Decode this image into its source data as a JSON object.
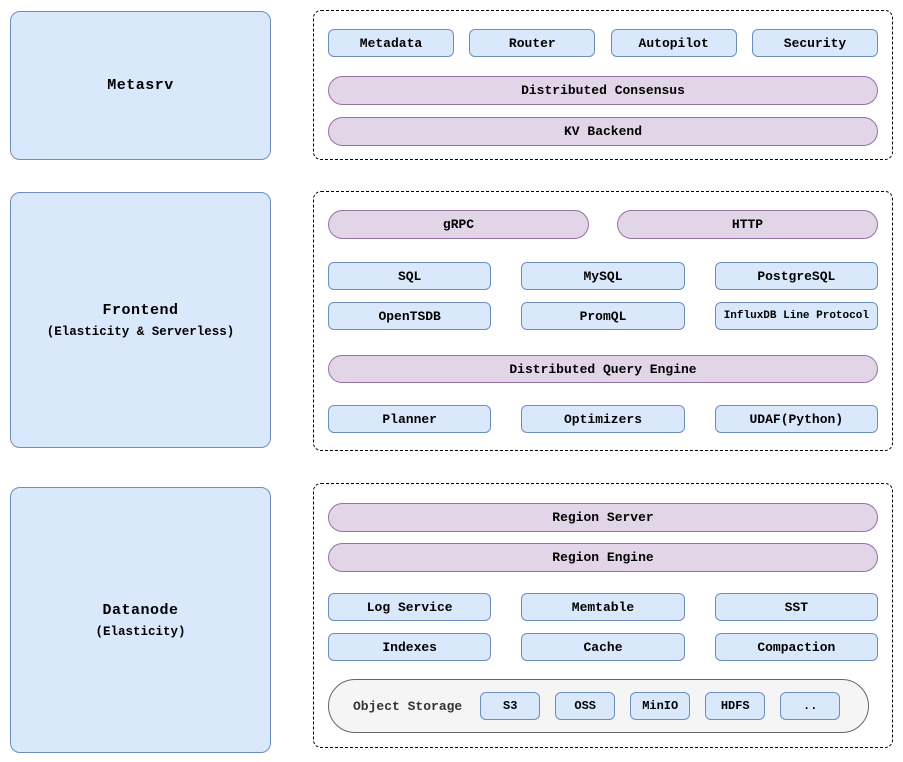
{
  "colors": {
    "blue_fill": "#dae8fc",
    "blue_border": "#6c8ebf",
    "purple_fill": "#e1d5e7",
    "purple_border": "#9673a6",
    "gray_fill": "#f5f5f5",
    "gray_border": "#666666"
  },
  "sections": {
    "metasrv": {
      "title": "Metasrv",
      "chips": [
        "Metadata",
        "Router",
        "Autopilot",
        "Security"
      ],
      "pills": [
        "Distributed Consensus",
        "KV Backend"
      ]
    },
    "frontend": {
      "title": "Frontend",
      "subtitle": "(Elasticity & Serverless)",
      "protocols": [
        "gRPC",
        "HTTP"
      ],
      "apis_row1": [
        "SQL",
        "MySQL",
        "PostgreSQL"
      ],
      "apis_row2": [
        "OpenTSDB",
        "PromQL",
        "InfluxDB Line Protocol"
      ],
      "engine": "Distributed Query Engine",
      "engine_row": [
        "Planner",
        "Optimizers",
        "UDAF(Python)"
      ]
    },
    "datanode": {
      "title": "Datanode",
      "subtitle": "(Elasticity)",
      "pills": [
        "Region Server",
        "Region Engine"
      ],
      "row1": [
        "Log Service",
        "Memtable",
        "SST"
      ],
      "row2": [
        "Indexes",
        "Cache",
        "Compaction"
      ],
      "object_storage": {
        "label": "Object Storage",
        "providers": [
          "S3",
          "OSS",
          "MinIO",
          "HDFS",
          ".."
        ]
      }
    }
  }
}
